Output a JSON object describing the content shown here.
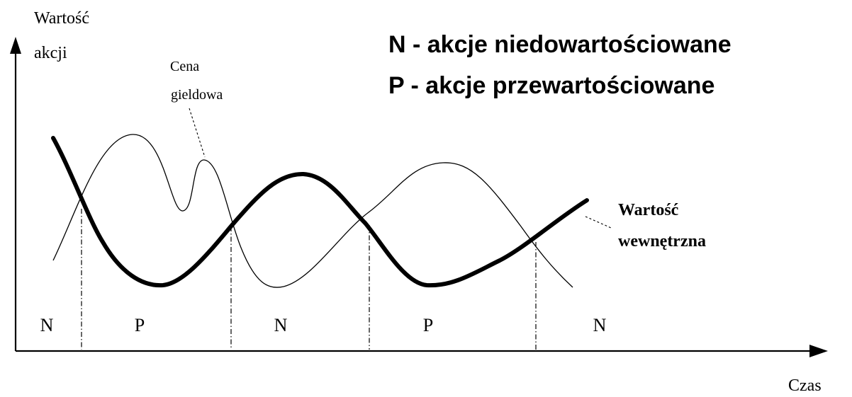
{
  "axes": {
    "y_label_line1": "Wartość",
    "y_label_line2": "akcji",
    "x_label": "Czas"
  },
  "legend": {
    "line1": "N - akcje niedowartościowane",
    "line2": "P - akcje przewartościowane"
  },
  "labels": {
    "market_price_line1": "Cena",
    "market_price_line2": "gieldowa",
    "intrinsic_value_line1": "Wartość",
    "intrinsic_value_line2": "wewnętrzna"
  },
  "zones": [
    "N",
    "P",
    "N",
    "P",
    "N"
  ]
}
